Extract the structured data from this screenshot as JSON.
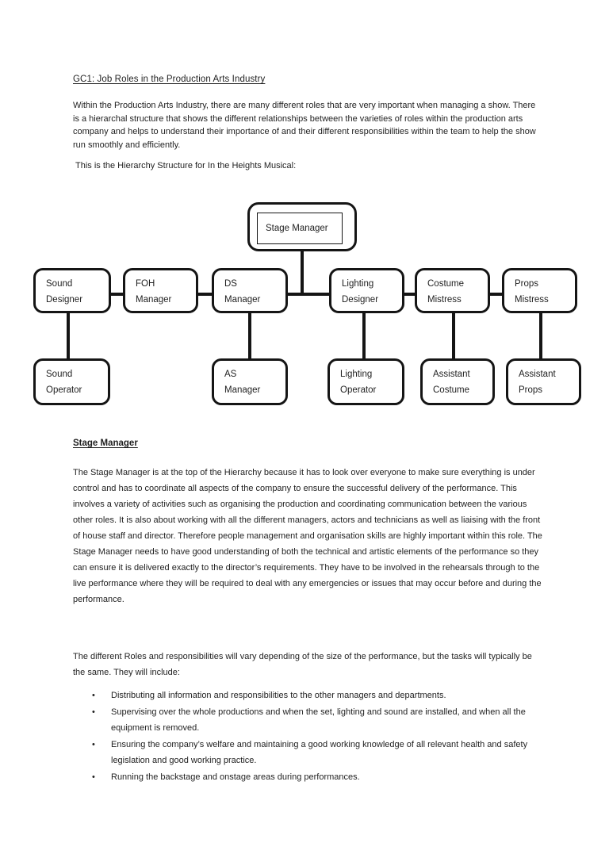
{
  "document": {
    "title": "GC1: Job Roles in the Production Arts Industry",
    "intro": "Within the Production Arts Industry, there are many different roles that are very important when managing a show. There is a hierarchal structure that shows the different relationships between the varieties of roles within the production arts company and helps to understand their importance of and their different responsibilities within the team to help the show run smoothly and efficiently.",
    "diagram_caption": "This is the Hierarchy Structure for In the Heights Musical:",
    "section": {
      "heading": "Stage Manager",
      "body": "The Stage Manager is at the top of the Hierarchy because it has to look over everyone to make sure everything is under control and has to coordinate all aspects of the company to ensure the successful delivery of the performance. This involves a variety of activities such as organising the production and coordinating communication between the various other roles. It is also about working with all the different managers, actors and technicians as well as liaising with the front of house staff and director. Therefore people management and organisation skills are highly important within this role. The Stage Manager needs to have good understanding of both the technical and artistic elements of the performance so they can ensure it is delivered exactly to the director’s requirements. They have to be involved in the rehearsals through to the live performance where they will be required to deal with any emergencies or issues that may occur before and during the performance.",
      "tasks_intro": "The different Roles and responsibilities will vary depending of the size of the performance, but the tasks will typically be the same. They will include:",
      "bullets": [
        "Distributing all information and responsibilities to the other managers and departments.",
        "Supervising over the whole productions and when the set, lighting and sound are installed, and when all the equipment is removed.",
        "Ensuring the company’s welfare and maintaining a good working knowledge of all relevant health and safety legislation and good working practice.",
        "Running the backstage and onstage areas during performances."
      ]
    }
  },
  "org_chart": {
    "type": "hierarchy-diagram",
    "root": {
      "label": "Stage Manager"
    },
    "level_2": [
      {
        "line1": "Sound",
        "line2": "Designer"
      },
      {
        "line1": "FOH",
        "line2": "Manager"
      },
      {
        "line1": "DS",
        "line2": "Manager"
      },
      {
        "line1": "Lighting",
        "line2": "Designer"
      },
      {
        "line1": "Costume",
        "line2": "Mistress"
      },
      {
        "line1": "Props",
        "line2": "Mistress"
      }
    ],
    "level_3": [
      {
        "line1": "Sound",
        "line2": "Operator",
        "parent": "Sound Designer"
      },
      {
        "line1": "AS",
        "line2": "Manager",
        "parent": "DS Manager"
      },
      {
        "line1": "Lighting",
        "line2": "Operator",
        "parent": "Lighting Designer"
      },
      {
        "line1": "Assistant",
        "line2": "Costume",
        "parent": "Costume Mistress"
      },
      {
        "line1": "Assistant",
        "line2": "Props",
        "parent": "Props Mistress"
      }
    ],
    "colors": {
      "line": "#151515",
      "box_bg": "#ffffff",
      "text": "#1f1f1f",
      "page_bg": "#ffffff"
    }
  }
}
